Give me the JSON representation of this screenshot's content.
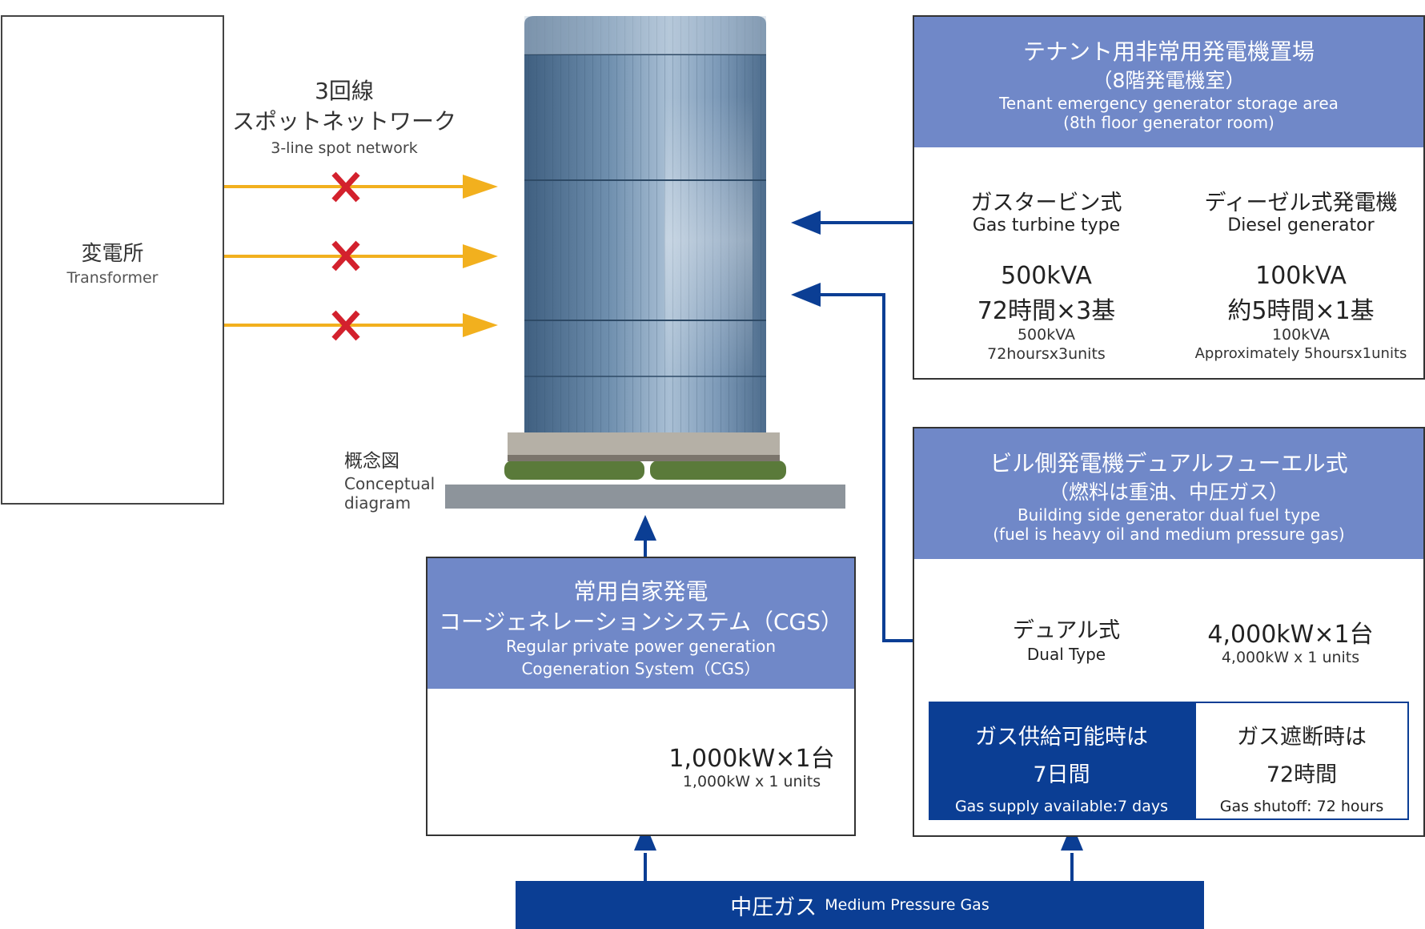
{
  "transformer": {
    "label_jp": "変電所",
    "label_en": "Transformer"
  },
  "network": {
    "line1_jp": "3回線",
    "line2_jp": "スポットネットワーク",
    "label_en": "3-line spot network"
  },
  "concept": {
    "label_jp": "概念図",
    "label_en_1": "Conceptual",
    "label_en_2": "diagram"
  },
  "tenant": {
    "title_jp": "テナント用非常用発電機置場",
    "subtitle_jp": "（8階発電機室）",
    "title_en": "Tenant emergency generator storage area",
    "subtitle_en": "(8th floor generator room)",
    "gas_turbine": {
      "label_jp": "ガスタービン式",
      "label_en": "Gas turbine type",
      "value_jp_1": "500kVA",
      "value_jp_2": "72時間×3基",
      "value_en_1": "500kVA",
      "value_en_2": "72hoursx3units"
    },
    "diesel": {
      "label_jp": "ディーゼル式発電機",
      "label_en": "Diesel generator",
      "value_jp_1": "100kVA",
      "value_jp_2": "約5時間×1基",
      "value_en_1": "100kVA",
      "value_en_2": "Approximately 5hoursx1units"
    }
  },
  "building": {
    "title_jp": "ビル側発電機デュアルフューエル式",
    "subtitle_jp": "（燃料は重油、中圧ガス）",
    "title_en": "Building side generator dual fuel type",
    "subtitle_en": "(fuel is heavy oil and medium pressure gas)",
    "dual": {
      "label_jp": "デュアル式",
      "label_en": "Dual Type",
      "value_jp": "4,000kW×1台",
      "value_en": "4,000kW x 1 units"
    },
    "gas_supply": {
      "line1_jp": "ガス供給可能時は",
      "line2_jp": "7日間",
      "label_en": "Gas supply available:7 days"
    },
    "gas_shutoff": {
      "line1_jp": "ガス遮断時は",
      "line2_jp": "72時間",
      "label_en": "Gas shutoff: 72 hours"
    }
  },
  "cgs": {
    "title_jp": "常用自家発電",
    "subtitle_jp": "コージェネレーションシステム（CGS）",
    "title_en": "Regular private power generation",
    "subtitle_en": "Cogeneration System（CGS）",
    "value_jp": "1,000kW×1台",
    "value_en": "1,000kW x 1 units"
  },
  "medium_gas": {
    "label_jp": "中圧ガス",
    "label_en": "Medium Pressure Gas"
  },
  "colors": {
    "header_blue": "#7088c8",
    "dark_blue": "#0b3e94",
    "arrow_yellow": "#f2b01e",
    "cross_red": "#d3212d"
  },
  "icons": [
    "cross-icon",
    "arrow-right-icon",
    "arrow-left-icon",
    "arrow-up-icon",
    "generator-icon",
    "building-image"
  ]
}
